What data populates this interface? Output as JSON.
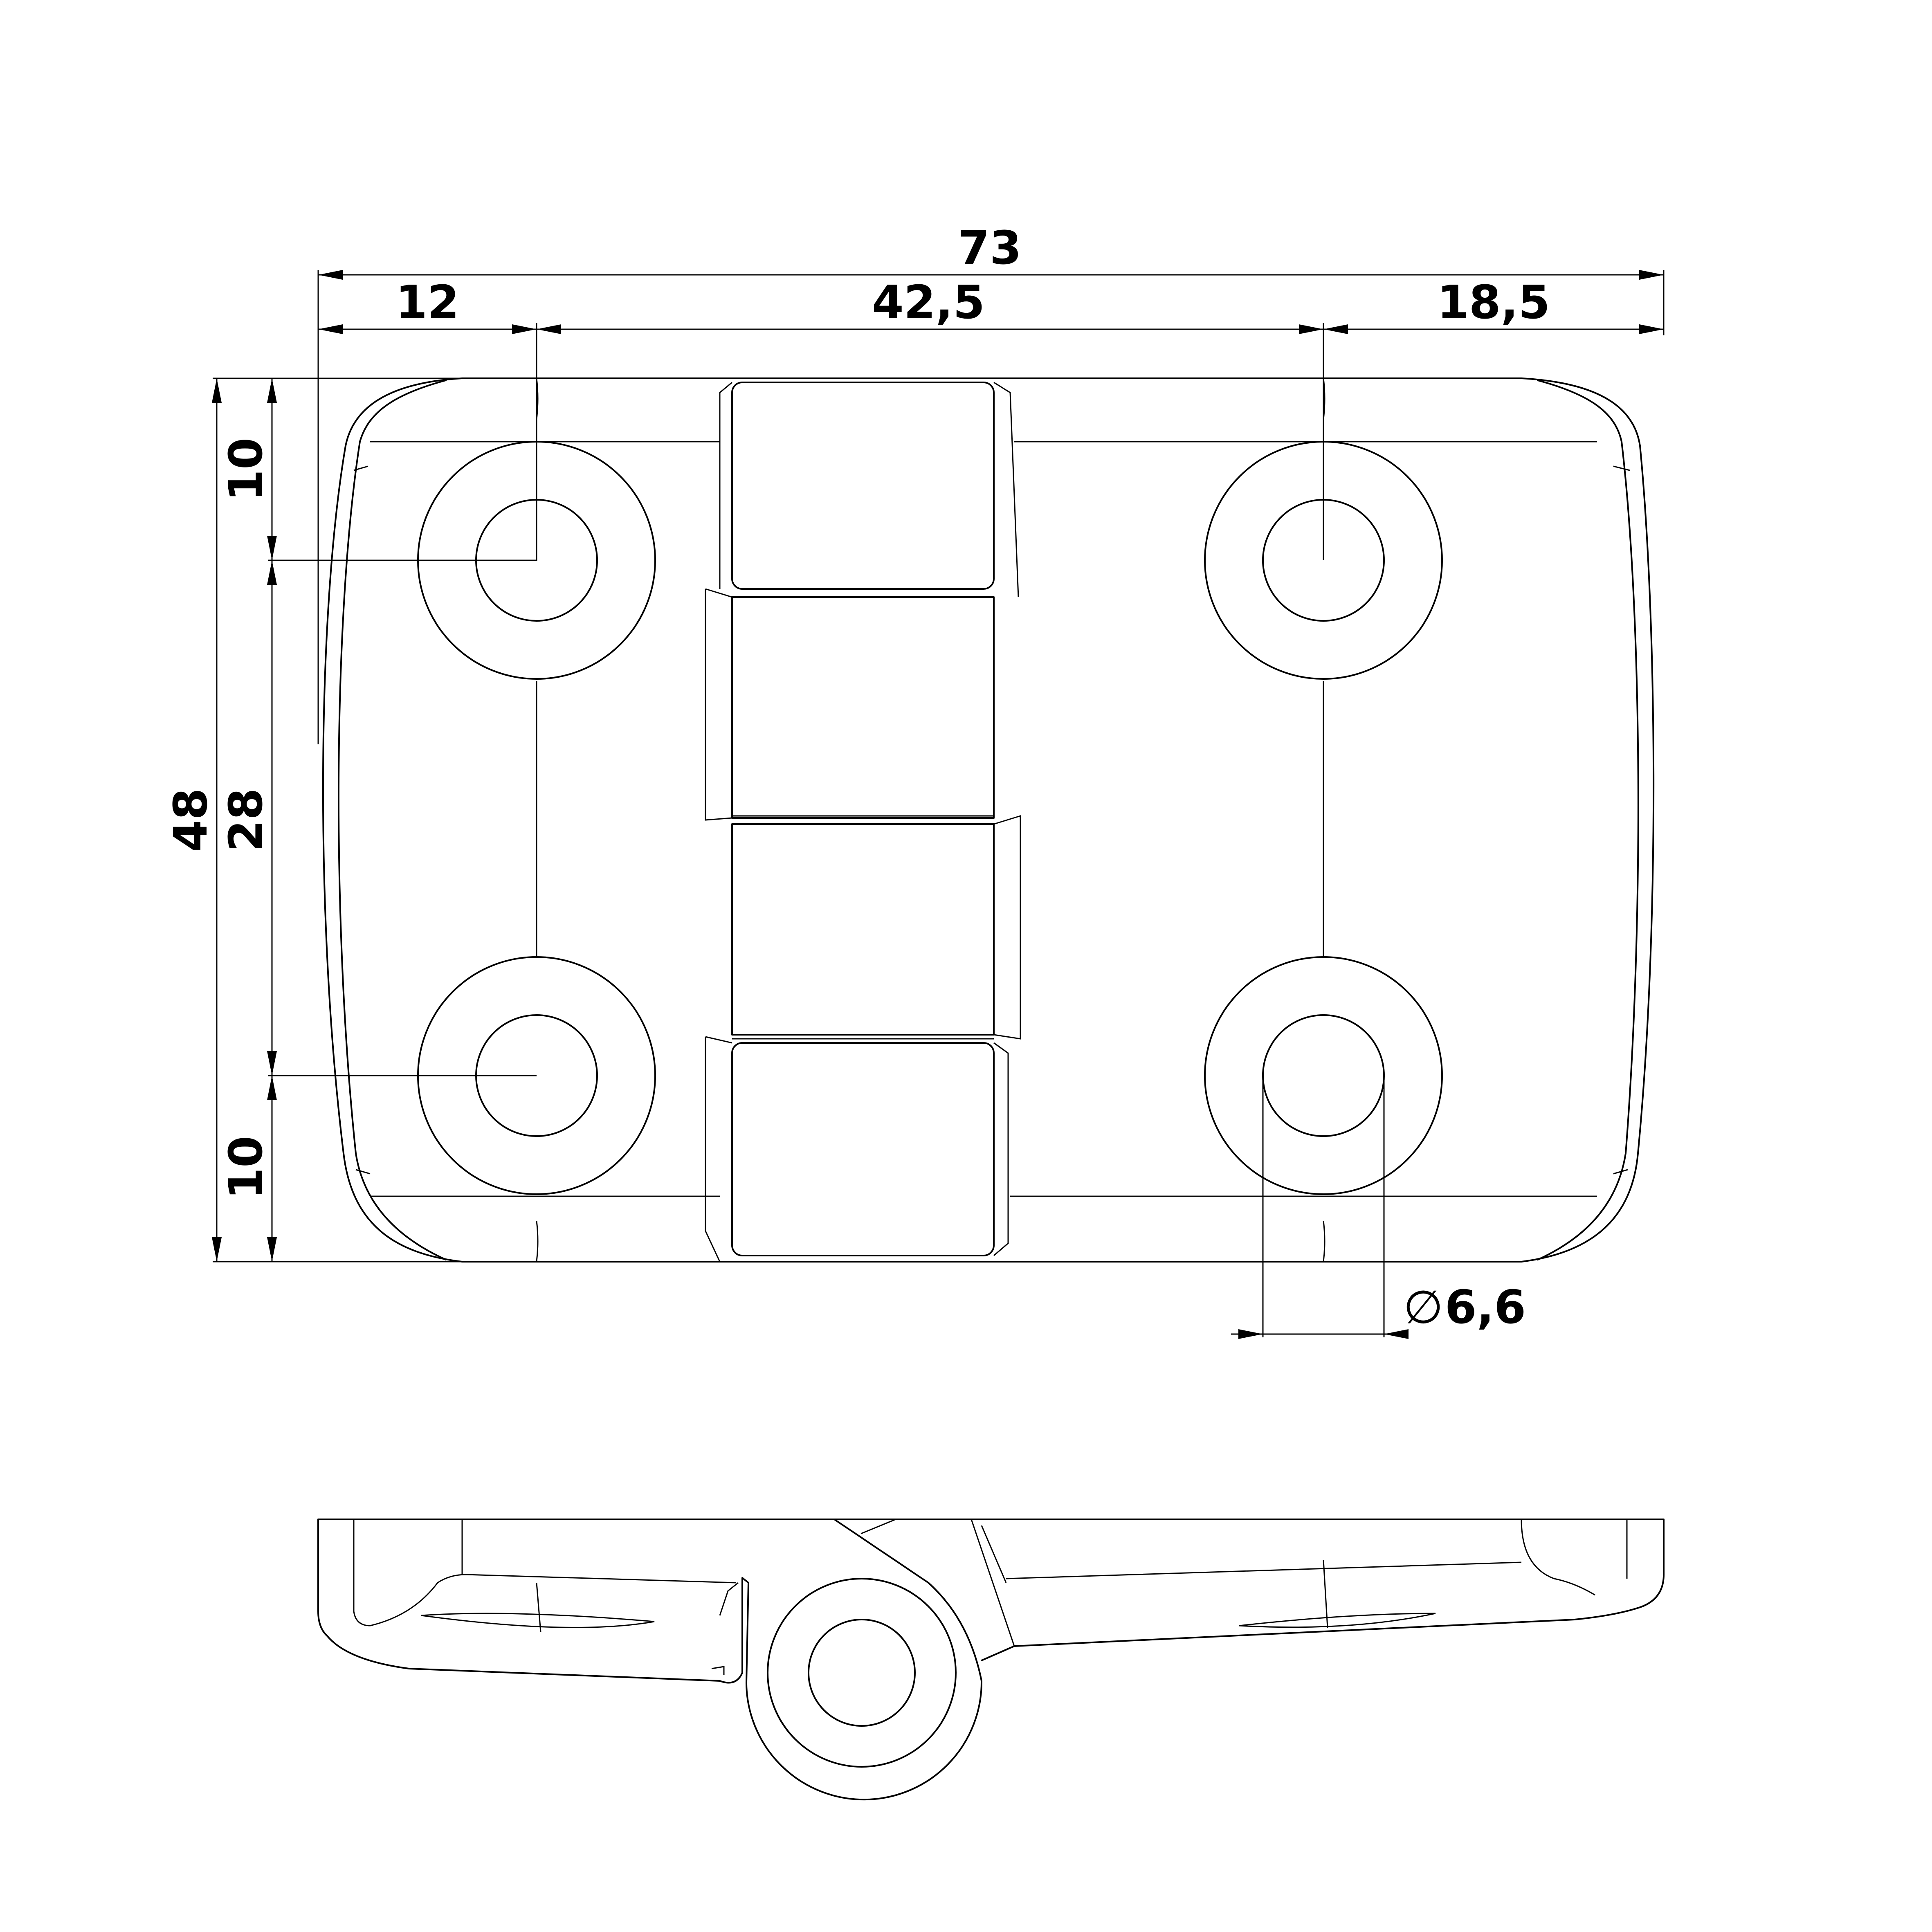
{
  "dimensions": {
    "overall_width": "73",
    "left_hole_offset": "12",
    "hole_spacing_horizontal": "42,5",
    "right_offset": "18,5",
    "overall_height": "48",
    "hole_spacing_vertical": "28",
    "top_hole_offset": "10",
    "bottom_hole_offset": "10",
    "hole_diameter_symbol": "∅",
    "hole_diameter": "6,6"
  }
}
